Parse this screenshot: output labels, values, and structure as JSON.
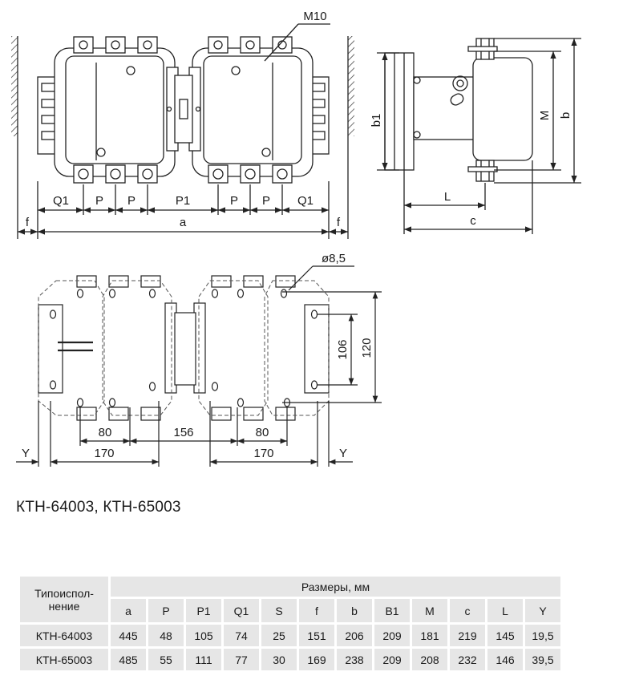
{
  "drawing": {
    "top_view_labels": {
      "thread": "M10",
      "segments": [
        "Q1",
        "P",
        "P",
        "P1",
        "P",
        "P",
        "Q1"
      ],
      "f_left": "f",
      "f_right": "f",
      "a": "a"
    },
    "side_view_labels": {
      "b1": "b1",
      "M": "M",
      "b": "b",
      "L": "L",
      "c": "c"
    },
    "mount_view_labels": {
      "hole": "ø8,5",
      "d106": "106",
      "d120": "120",
      "d80_left": "80",
      "d156": "156",
      "d80_right": "80",
      "d170_left": "170",
      "d170_right": "170",
      "y_left": "Y",
      "y_right": "Y"
    }
  },
  "caption": "КТН-64003, КТН-65003",
  "table": {
    "type_header": "Типоиспол-нение",
    "type_header_line1": "Типоиспол-",
    "type_header_line2": "нение",
    "group_header": "Размеры, мм",
    "columns": [
      "a",
      "P",
      "P1",
      "Q1",
      "S",
      "f",
      "b",
      "B1",
      "M",
      "c",
      "L",
      "Y"
    ],
    "rows": [
      {
        "name": "КТН-64003",
        "values": [
          "445",
          "48",
          "105",
          "74",
          "25",
          "151",
          "206",
          "209",
          "181",
          "219",
          "145",
          "19,5"
        ]
      },
      {
        "name": "КТН-65003",
        "values": [
          "485",
          "55",
          "111",
          "77",
          "30",
          "169",
          "238",
          "209",
          "208",
          "232",
          "146",
          "39,5"
        ]
      }
    ]
  }
}
